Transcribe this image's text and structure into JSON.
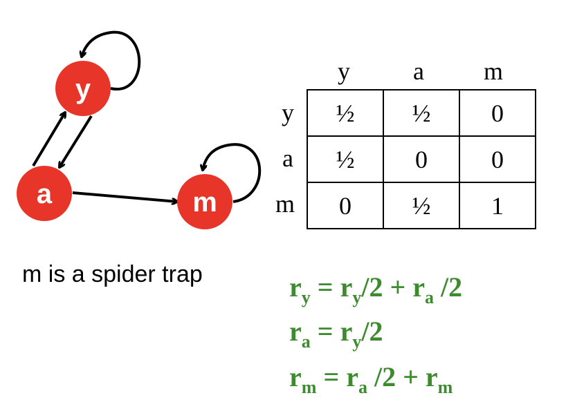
{
  "graph": {
    "nodes": [
      {
        "id": "y",
        "label": "y"
      },
      {
        "id": "a",
        "label": "a"
      },
      {
        "id": "m",
        "label": "m"
      }
    ],
    "node_color": "#e8352a",
    "caption": "m is a spider trap"
  },
  "matrix": {
    "col_headers": [
      "y",
      "a",
      "m"
    ],
    "rows": [
      {
        "label": "y",
        "cells": [
          "½",
          "½",
          "0"
        ]
      },
      {
        "label": "a",
        "cells": [
          "½",
          "0",
          "0"
        ]
      },
      {
        "label": "m",
        "cells": [
          "0",
          "½",
          "1"
        ]
      }
    ]
  },
  "equations": {
    "color": "#3d8b2e",
    "eq1": {
      "r": "r",
      "s1": "y",
      "eq": " = ",
      "t1": "r",
      "t1s": "y",
      "d1": "/2 + ",
      "t2": "r",
      "t2s": "a",
      "d2": " /2"
    },
    "eq2": {
      "r": "r",
      "s1": "a",
      "eq": " = ",
      "t1": "r",
      "t1s": "y",
      "d1": "/2"
    },
    "eq3": {
      "r": "r",
      "s1": "m",
      "eq": " = ",
      "t1": "r",
      "t1s": "a",
      "d1": " /2 + ",
      "t2": "r",
      "t2s": "m"
    }
  }
}
